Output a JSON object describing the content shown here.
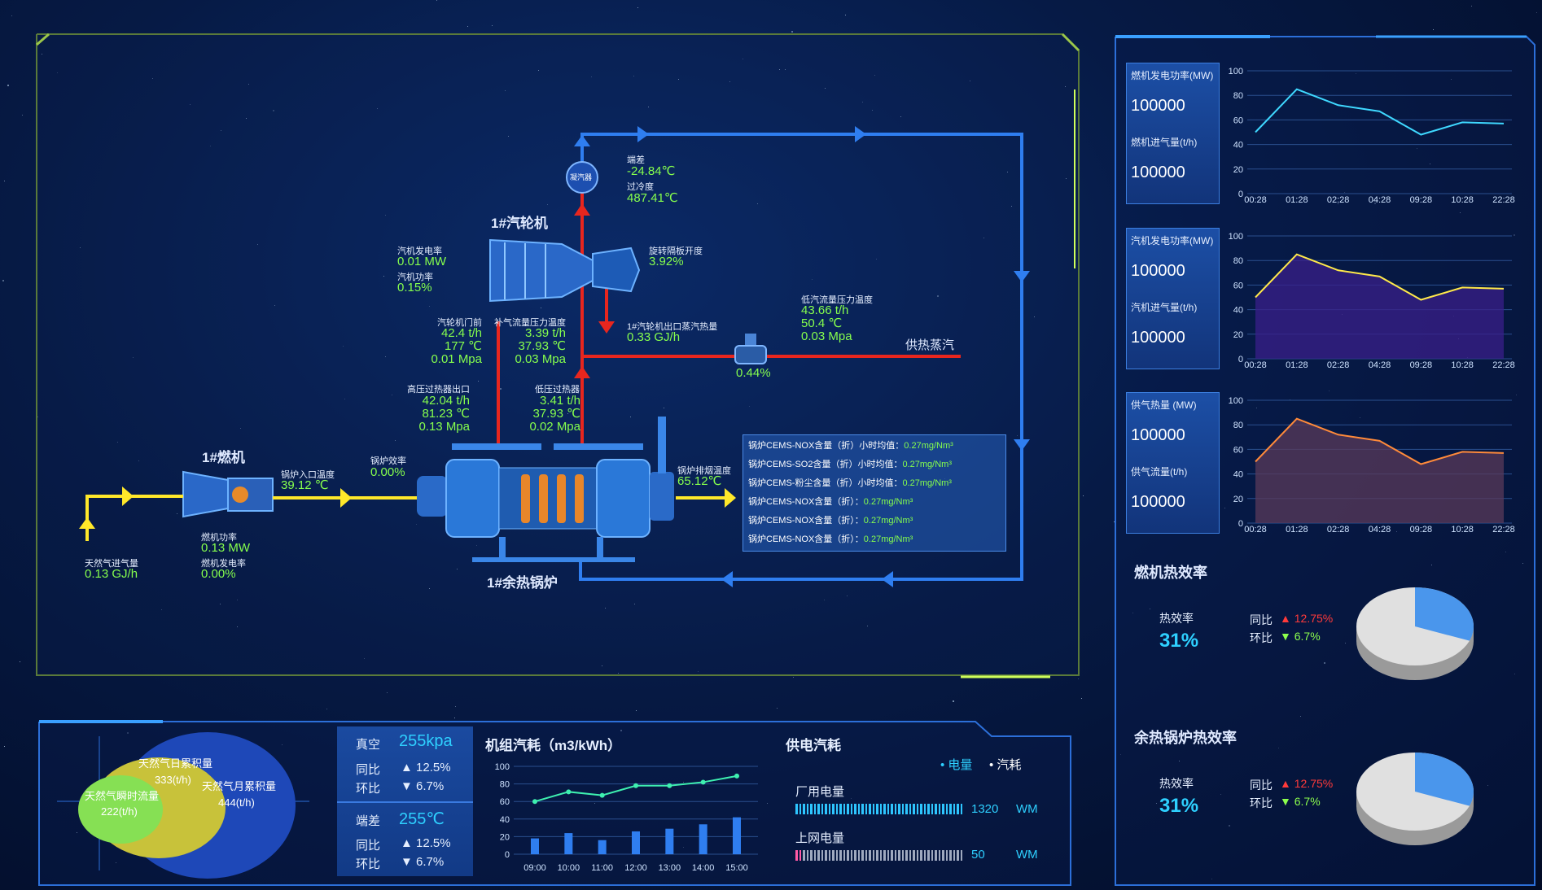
{
  "diagram": {
    "turbine_title": "1#汽轮机",
    "gas_turbine_title": "1#燃机",
    "boiler_title": "1#余热锅炉",
    "condenser_label": "凝汽器",
    "supply_steam_label": "供热蒸汽",
    "terminal_diff_label": "端差",
    "terminal_diff_value": "-24.84℃",
    "subcool_label": "过冷度",
    "subcool_value": "487.41℃",
    "turbine_gen_rate_label": "汽机发电率",
    "turbine_gen_rate_value": "0.01 MW",
    "turbine_power_label": "汽机功率",
    "turbine_power_value": "0.15%",
    "rot_plate_label": "旋转隔板开度",
    "rot_plate_value": "3.92%",
    "outlet_heat_label": "1#汽轮机出口蒸汽热量",
    "outlet_heat_value": "0.33 GJ/h",
    "valve_value": "0.44%",
    "lp_flow_label": "低汽流量压力温度",
    "lp_flow_v1": "43.66 t/h",
    "lp_flow_v2": "50.4 ℃",
    "lp_flow_v3": "0.03 Mpa",
    "gate_label": "汽轮机门前",
    "gate_v1": "42.4 t/h",
    "gate_v2": "177 ℃",
    "gate_v3": "0.01 Mpa",
    "makeup_label": "补气流量压力温度",
    "makeup_v1": "3.39 t/h",
    "makeup_v2": "37.93 ℃",
    "makeup_v3": "0.03 Mpa",
    "hp_label": "高压过热器出口",
    "hp_v1": "42.04 t/h",
    "hp_v2": "81.23 ℃",
    "hp_v3": "0.13 Mpa",
    "lp_label": "低压过热器",
    "lp_v1": "3.41 t/h",
    "lp_v2": "37.93 ℃",
    "lp_v3": "0.02 Mpa",
    "inlet_temp_label": "锅炉入口温度",
    "inlet_temp_value": "39.12 ℃",
    "boiler_eff_label": "锅炉效率",
    "boiler_eff_value": "0.00%",
    "exhaust_label": "锅炉排烟温度",
    "exhaust_value": "65.12℃",
    "gas_power_label": "燃机功率",
    "gas_power_value": "0.13 MW",
    "gas_gen_label": "燃机发电率",
    "gas_gen_value": "0.00%",
    "gas_intake_label": "天然气进气量",
    "gas_intake_value": "0.13 GJ/h",
    "cems": [
      {
        "label": "锅炉CEMS-NOX含量（折）小时均值：",
        "value": "0.27mg/Nm³"
      },
      {
        "label": "锅炉CEMS-SO2含量（折）小时均值：",
        "value": "0.27mg/Nm³"
      },
      {
        "label": "锅炉CEMS-粉尘含量（折）小时均值：",
        "value": "0.27mg/Nm³"
      },
      {
        "label": "锅炉CEMS-NOX含量（折）：",
        "value": "0.27mg/Nm³"
      },
      {
        "label": "锅炉CEMS-NOX含量（折）：",
        "value": "0.27mg/Nm³"
      },
      {
        "label": "锅炉CEMS-NOX含量（折）：",
        "value": "0.27mg/Nm³"
      }
    ]
  },
  "right_charts": [
    {
      "label1": "燃机发电功率(MW)",
      "value1": "100000",
      "label2": "燃机进气量(t/h)",
      "value2": "100000",
      "color": "#3fd8ff",
      "fill": "none"
    },
    {
      "label1": "汽机发电功率(MW)",
      "value1": "100000",
      "label2": "汽机进气量(t/h)",
      "value2": "100000",
      "color": "#ffe94a",
      "fill": "#3a1f8a"
    },
    {
      "label1": "供气热量 (MW)",
      "value1": "100000",
      "label2": "供气流量(t/h)",
      "value2": "100000",
      "color": "#ff8a3a",
      "fill": "#5a3a5a"
    }
  ],
  "chart_data": [
    {
      "type": "line",
      "x": [
        "00:28",
        "01:28",
        "02:28",
        "04:28",
        "09:28",
        "10:28",
        "22:28"
      ],
      "series": [
        {
          "values": [
            50,
            85,
            72,
            67,
            48,
            58,
            57
          ]
        }
      ],
      "ylim": [
        0,
        100
      ],
      "yticks": [
        "0",
        "20",
        "40",
        "60",
        "80",
        "100"
      ]
    },
    {
      "type": "area",
      "x": [
        "00:28",
        "01:28",
        "02:28",
        "04:28",
        "09:28",
        "10:28",
        "22:28"
      ],
      "series": [
        {
          "values": [
            50,
            85,
            72,
            67,
            48,
            58,
            57
          ]
        }
      ],
      "ylim": [
        0,
        100
      ],
      "yticks": [
        "0",
        "20",
        "40",
        "60",
        "80",
        "100"
      ]
    },
    {
      "type": "area",
      "x": [
        "00:28",
        "01:28",
        "02:28",
        "04:28",
        "09:28",
        "10:28",
        "22:28"
      ],
      "series": [
        {
          "values": [
            50,
            85,
            72,
            67,
            48,
            58,
            57
          ]
        }
      ],
      "ylim": [
        0,
        100
      ],
      "yticks": [
        "0",
        "20",
        "40",
        "60",
        "80",
        "100"
      ]
    },
    {
      "type": "bar",
      "title": "机组汽耗（m3/kWh）",
      "categories": [
        "09:00",
        "10:00",
        "11:00",
        "12:00",
        "13:00",
        "14:00",
        "15:00"
      ],
      "series": [
        {
          "type": "bar",
          "values": [
            18,
            24,
            16,
            26,
            29,
            34,
            42
          ]
        },
        {
          "type": "line",
          "values": [
            60,
            71,
            67,
            78,
            78,
            82,
            89
          ]
        }
      ],
      "ylim": [
        0,
        100
      ],
      "yticks": [
        "0",
        "20",
        "40",
        "60",
        "80",
        "100"
      ]
    }
  ],
  "efficiency": [
    {
      "title": "燃机热效率",
      "eff_label": "热效率",
      "eff_value": "31%",
      "yoy_label": "同比",
      "yoy_value": "12.75%",
      "mom_label": "环比",
      "mom_value": "6.7%",
      "pie_fraction": 0.31
    },
    {
      "title": "余热锅炉热效率",
      "eff_label": "热效率",
      "eff_value": "31%",
      "yoy_label": "同比",
      "yoy_value": "12.75%",
      "mom_label": "环比",
      "mom_value": "6.7%",
      "pie_fraction": 0.31
    }
  ],
  "gas": {
    "daily_label": "天然气日累积量",
    "daily_value": "333(t/h)",
    "instant_label": "天然气瞬时流量",
    "instant_value": "222(t/h)",
    "monthly_label": "天然气月累积量",
    "monthly_value": "444(t/h)"
  },
  "vacuum": {
    "label": "真空",
    "value": "255kpa",
    "yoy_label": "同比",
    "yoy_value": "12.5%",
    "mom_label": "环比",
    "mom_value": "6.7%"
  },
  "terminal": {
    "label": "端差",
    "value": "255℃",
    "yoy_label": "同比",
    "yoy_value": "12.5%",
    "mom_label": "环比",
    "mom_value": "6.7%"
  },
  "power": {
    "title": "供电汽耗",
    "legend1": "电量",
    "legend2": "汽耗",
    "plant_label": "厂用电量",
    "plant_value": "1320",
    "plant_unit": "WM",
    "plant_fraction": 1.0,
    "grid_label": "上网电量",
    "grid_value": "50",
    "grid_unit": "WM",
    "grid_fraction": 0.04
  },
  "colors": {
    "green_value": "#86ff4d",
    "steam_red": "#e8261e",
    "pipe_blue": "#2f7ef0",
    "gas_yellow": "#ffe82a"
  }
}
